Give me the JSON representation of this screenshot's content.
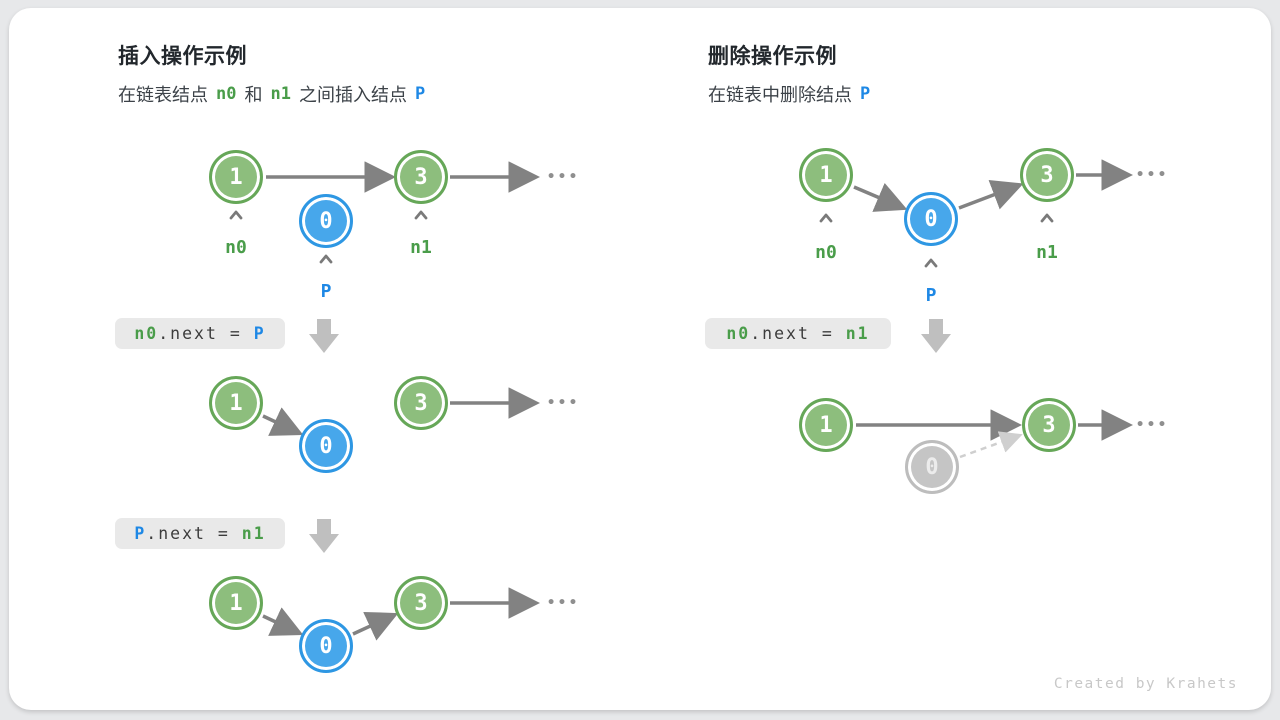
{
  "credit": "Created by Krahets",
  "ellipsis": "•••",
  "values": {
    "one": "1",
    "zero": "0",
    "three": "3"
  },
  "labels": {
    "n0": "n0",
    "n1": "n1",
    "p": "P"
  },
  "insert": {
    "title": "插入操作示例",
    "subtitle": {
      "part1": "在链表结点",
      "n0": "n0",
      "part2": "和",
      "n1": "n1",
      "part3": "之间插入结点",
      "p": "P"
    },
    "step1_code": {
      "a": "n0",
      "b": ".next = ",
      "c": "P"
    },
    "step2_code": {
      "a": "P",
      "b": ".next = ",
      "c": "n1"
    }
  },
  "delete": {
    "title": "删除操作示例",
    "subtitle": {
      "part1": "在链表中删除结点",
      "p": "P"
    },
    "step1_code": {
      "a": "n0",
      "b": ".next = ",
      "c": "n1"
    }
  },
  "colors": {
    "node_green_fill": "#8DBE7D",
    "node_green_border": "#66A758",
    "node_blue_fill": "#47A7EB",
    "node_blue_border": "#2E97E3",
    "node_gray_fill": "#C5C5C5",
    "node_gray_border": "#BDBDBD",
    "arrow_gray": "#828282",
    "dashed_arrow_gray": "#CFCFCF",
    "token_green": "#4A9D4A",
    "token_blue": "#1E88E5",
    "code_box_bg": "#E9E9E9",
    "block_arrow_gray": "#BFBFBF"
  }
}
